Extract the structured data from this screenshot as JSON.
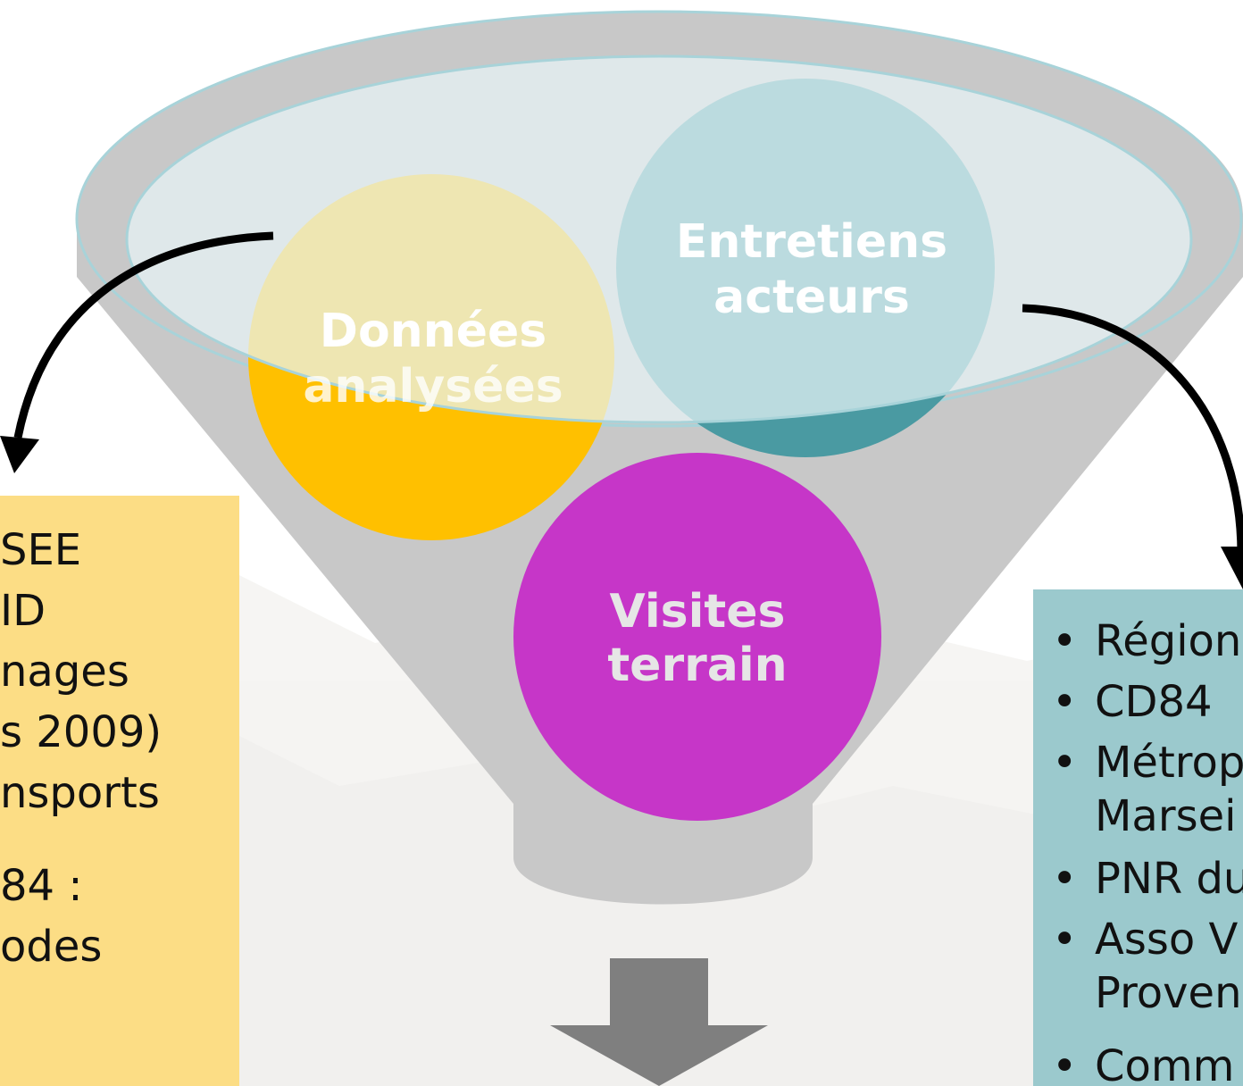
{
  "funnel": {
    "circles": [
      {
        "id": "donnees",
        "line1": "Données",
        "line2": "analysées",
        "color": "#FFC000"
      },
      {
        "id": "entretiens",
        "line1": "Entretiens",
        "line2": "acteurs",
        "color": "#4A9AA2"
      },
      {
        "id": "visites",
        "line1": "Visites",
        "line2": "terrain",
        "color": "#C636C8"
      }
    ]
  },
  "left_box": {
    "color": "#FCDD85",
    "lines": [
      "SEE",
      "ID",
      "nages",
      "s 2009)",
      "nsports",
      "84 :",
      "odes"
    ]
  },
  "right_box": {
    "color": "#9BC9CD",
    "lines": [
      "Région",
      "CD84",
      "Métrop",
      "Marsei",
      "PNR du",
      "Asso V",
      "Proven",
      "Comm"
    ]
  },
  "colors": {
    "funnel_gray": "#C8C8C8",
    "funnel_top": "#DDEEF1",
    "arrow_down": "#7F7F7F"
  }
}
